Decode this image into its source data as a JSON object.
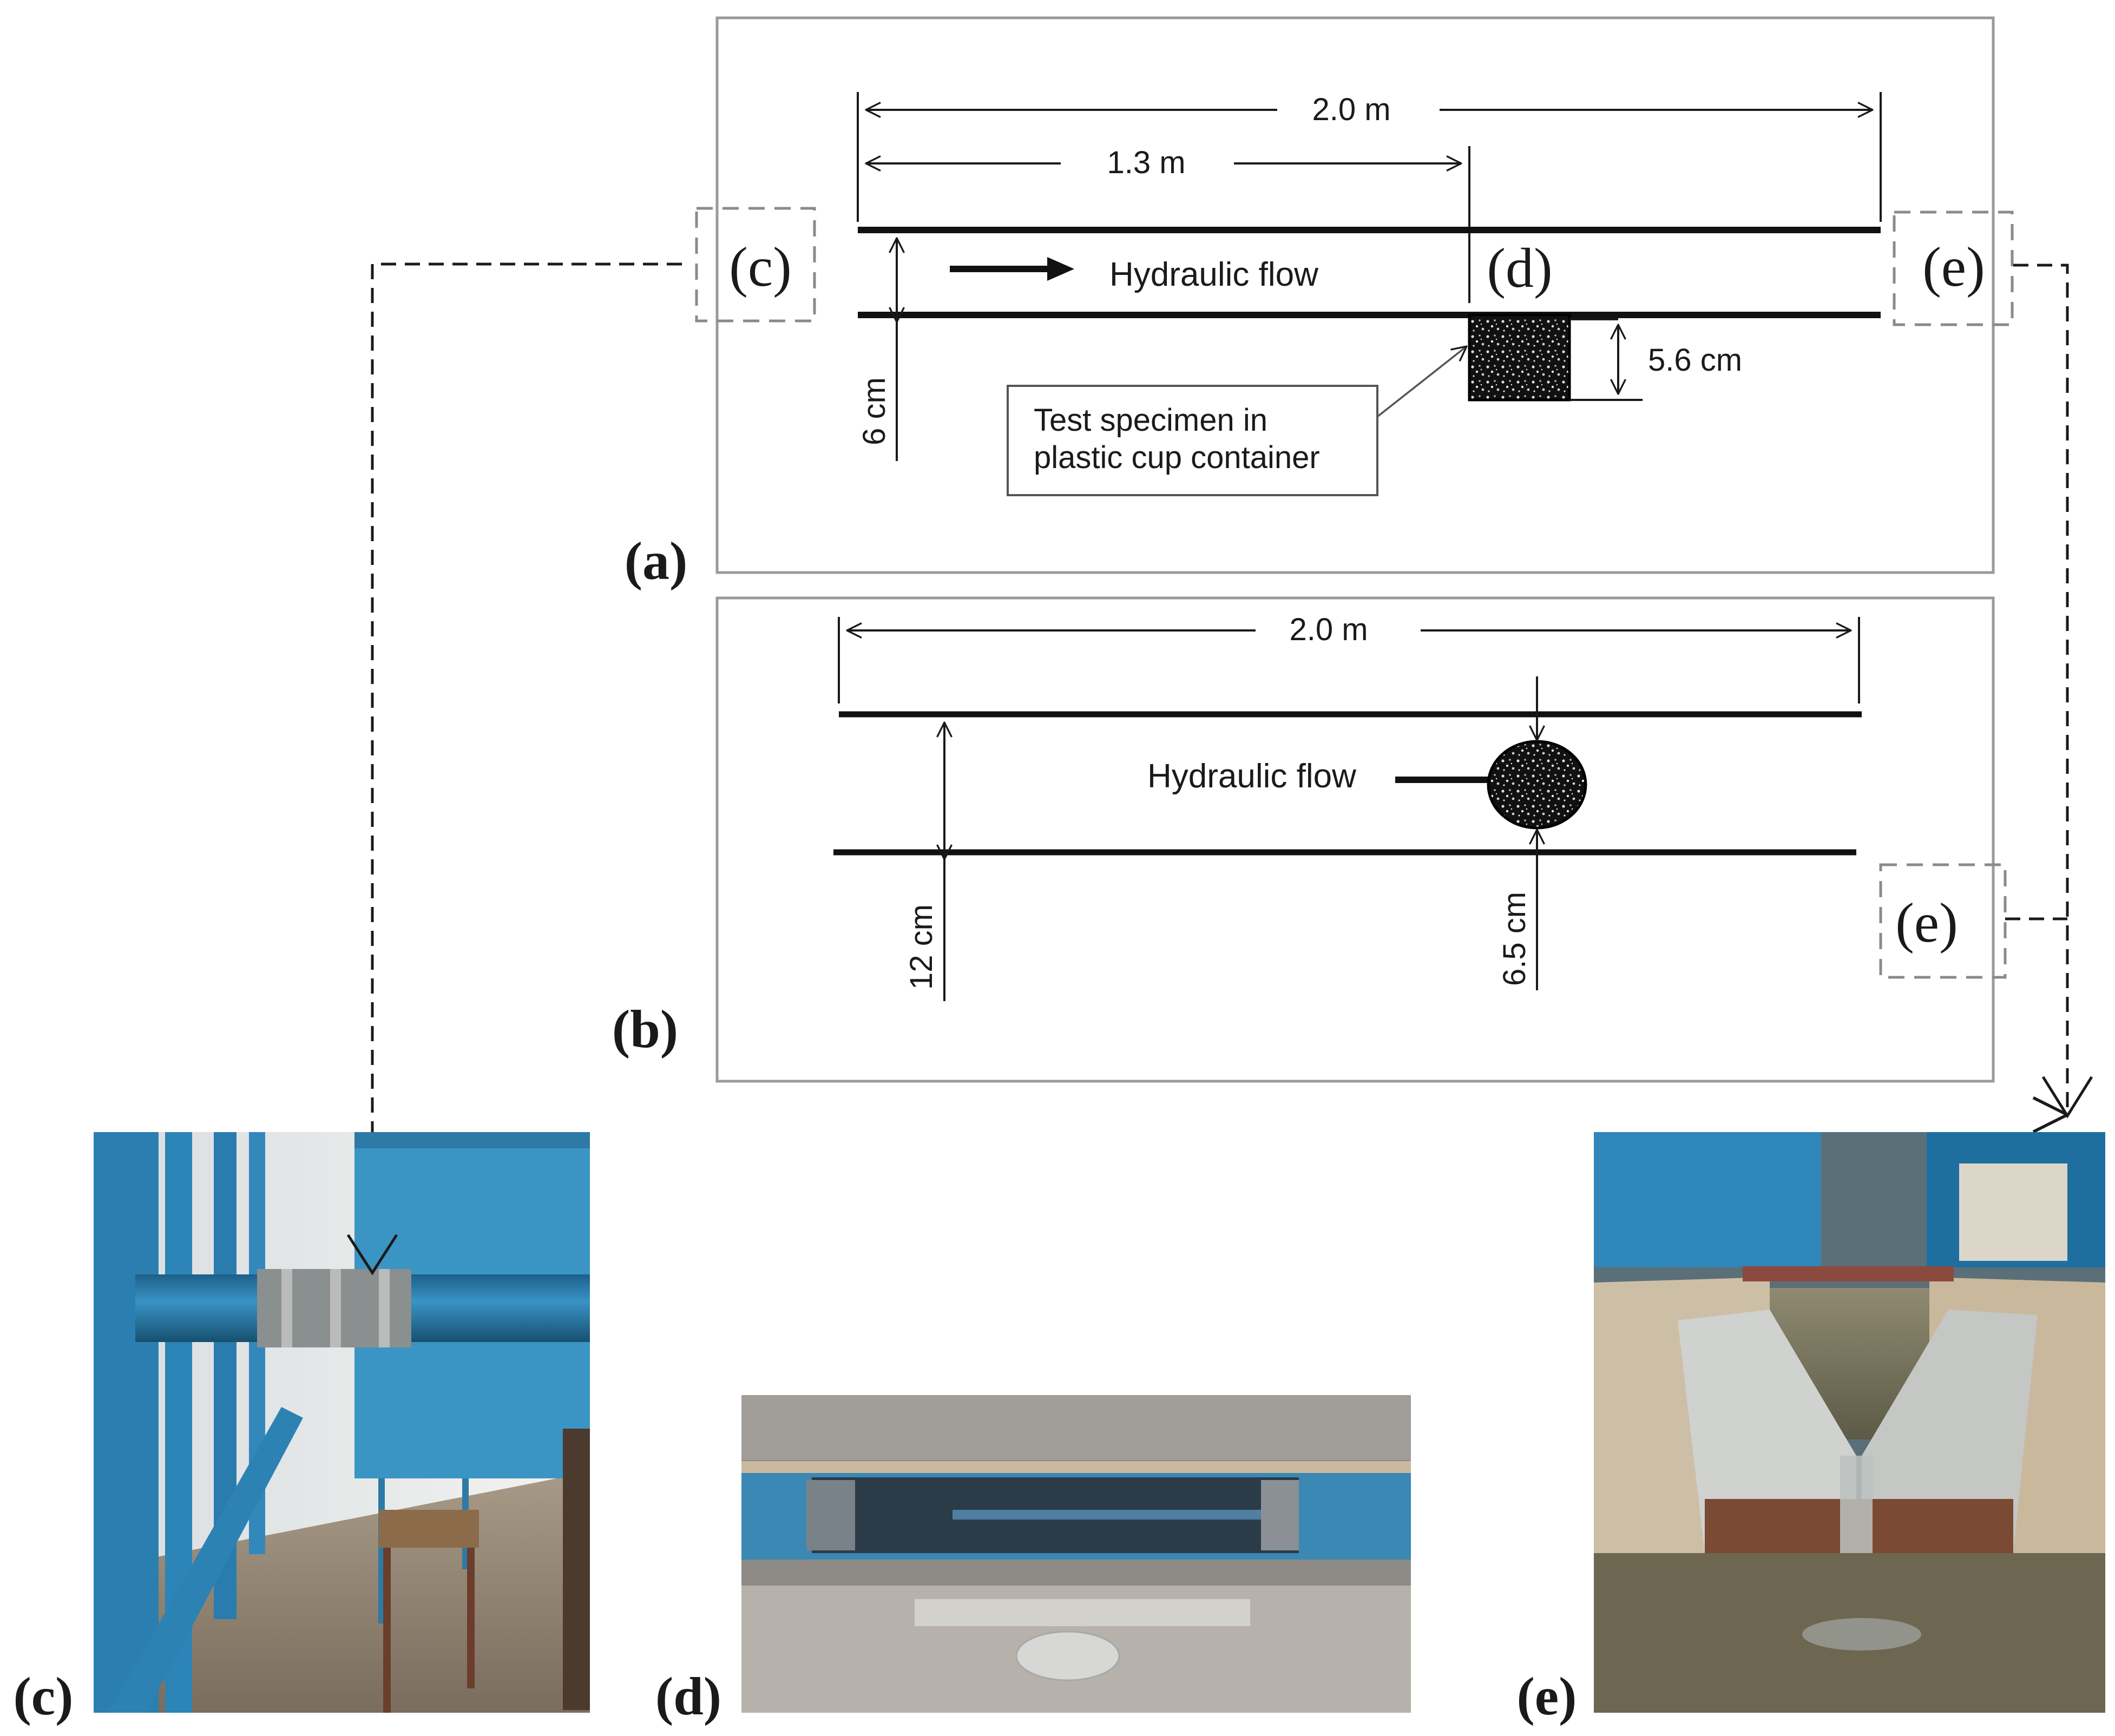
{
  "panel_a": {
    "label": "(a)",
    "dim_total": "2.0 m",
    "dim_position": "1.3 m",
    "flow_label": "Hydraulic flow",
    "channel_width": "6 cm",
    "cup_depth": "5.6 cm",
    "callout_line1": "Test specimen in",
    "callout_line2": "plastic cup container",
    "marker_c": "(c)",
    "marker_d": "(d)",
    "marker_e": "(e)"
  },
  "panel_b": {
    "label": "(b)",
    "dim_total": "2.0 m",
    "flow_label": "Hydraulic flow",
    "channel_width": "12 cm",
    "specimen_diameter": "6.5 cm",
    "marker_e": "(e)"
  },
  "photos": {
    "c_label": "(c)",
    "d_label": "(d)",
    "e_label": "(e)"
  },
  "colors": {
    "frame": "#9a9a9a",
    "line": "#111111",
    "pipe_blue": "#2f86b8",
    "dashed": "#1a1a1a"
  }
}
